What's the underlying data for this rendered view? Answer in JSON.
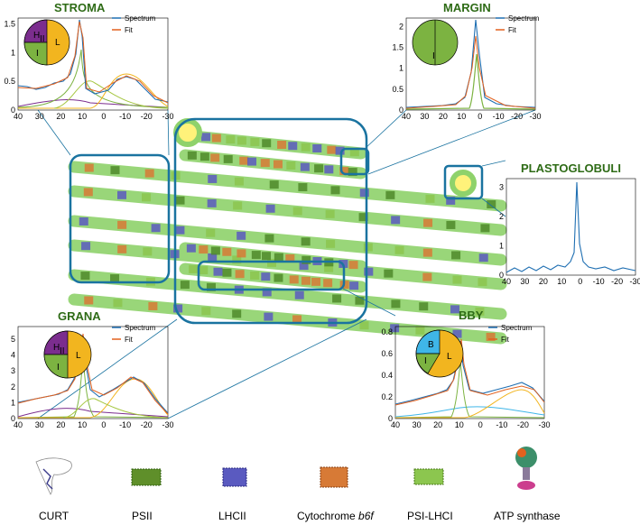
{
  "panels": {
    "stroma": {
      "title": "STROMA",
      "legend": [
        "Spectrum",
        "Fit"
      ],
      "pie_labels": [
        "H",
        "II",
        "L",
        "I"
      ]
    },
    "margin": {
      "title": "MARGIN",
      "legend": [
        "Spectrum",
        "Fit"
      ],
      "pie_labels": [
        "I"
      ]
    },
    "plastoglobuli": {
      "title": "PLASTOGLOBULI"
    },
    "grana": {
      "title": "GRANA",
      "legend": [
        "Spectrum",
        "Fit"
      ],
      "pie_labels": [
        "H",
        "II",
        "L",
        "I"
      ]
    },
    "bby": {
      "title": "BBY",
      "legend": [
        "Spectrum",
        "Fit"
      ],
      "pie_labels": [
        "B",
        "L",
        "I"
      ]
    }
  },
  "proteins": [
    {
      "label": "CURT",
      "label_b": ""
    },
    {
      "label": "PSII",
      "label_b": ""
    },
    {
      "label": "LHCII",
      "label_b": ""
    },
    {
      "label": "Cytochrome ",
      "label_b": "b6f"
    },
    {
      "label": "PSI-LHCI",
      "label_b": ""
    },
    {
      "label": "ATP synthase",
      "label_b": ""
    }
  ],
  "colors": {
    "title_green": "#2e6b16",
    "spectrum_blue": "#1f6fb2",
    "fit_orange": "#e2611e",
    "pie_purple": "#7b2d8e",
    "pie_yellow": "#f2b51f",
    "pie_green": "#7cb341",
    "pie_cyan": "#3fb6e8",
    "membrane_green": "#8fd26b",
    "box_blue": "#1a73a0"
  },
  "chart_data": [
    {
      "type": "line",
      "title": "STROMA",
      "x_ticks": [
        "40",
        "30",
        "20",
        "10",
        "0",
        "-10",
        "-20",
        "-30"
      ],
      "y_ticks": [
        "0",
        "0.5",
        "1",
        "1.5"
      ],
      "xlim": [
        40,
        -30
      ],
      "ylim": [
        0,
        1.6
      ],
      "series": [
        {
          "name": "Spectrum"
        },
        {
          "name": "Fit"
        }
      ],
      "pie": [
        {
          "label": "H II",
          "fraction": 0.25,
          "color": "purple"
        },
        {
          "label": "L",
          "fraction": 0.5,
          "color": "yellow"
        },
        {
          "label": "I",
          "fraction": 0.25,
          "color": "green"
        }
      ]
    },
    {
      "type": "line",
      "title": "MARGIN",
      "x_ticks": [
        "40",
        "30",
        "20",
        "10",
        "0",
        "-10",
        "-20",
        "-30"
      ],
      "y_ticks": [
        "0",
        "0.5",
        "1",
        "1.5",
        "2"
      ],
      "xlim": [
        40,
        -30
      ],
      "ylim": [
        0,
        2.2
      ],
      "series": [
        {
          "name": "Spectrum"
        },
        {
          "name": "Fit"
        }
      ],
      "pie": [
        {
          "label": "I",
          "fraction": 1.0,
          "color": "green"
        }
      ]
    },
    {
      "type": "line",
      "title": "PLASTOGLOBULI",
      "x_ticks": [
        "40",
        "30",
        "20",
        "10",
        "0",
        "-10",
        "-20",
        "-30"
      ],
      "y_ticks": [
        "0",
        "1",
        "2",
        "3"
      ],
      "xlim": [
        40,
        -30
      ],
      "ylim": [
        0,
        3.3
      ]
    },
    {
      "type": "line",
      "title": "GRANA",
      "x_ticks": [
        "40",
        "30",
        "20",
        "10",
        "0",
        "-10",
        "-20",
        "-30"
      ],
      "y_ticks": [
        "0",
        "1",
        "2",
        "3",
        "4",
        "5"
      ],
      "xlim": [
        40,
        -30
      ],
      "ylim": [
        0,
        5.8
      ],
      "series": [
        {
          "name": "Spectrum"
        },
        {
          "name": "Fit"
        }
      ],
      "pie": [
        {
          "label": "H II",
          "fraction": 0.25,
          "color": "purple"
        },
        {
          "label": "L",
          "fraction": 0.5,
          "color": "yellow"
        },
        {
          "label": "I",
          "fraction": 0.25,
          "color": "green"
        }
      ]
    },
    {
      "type": "line",
      "title": "BBY",
      "x_ticks": [
        "40",
        "30",
        "20",
        "10",
        "0",
        "-10",
        "-20",
        "-30"
      ],
      "y_ticks": [
        "0",
        "0.2",
        "0.4",
        "0.6",
        "0.8"
      ],
      "xlim": [
        40,
        -30
      ],
      "ylim": [
        0,
        0.85
      ],
      "series": [
        {
          "name": "Spectrum"
        },
        {
          "name": "Fit"
        }
      ],
      "pie": [
        {
          "label": "B",
          "fraction": 0.25,
          "color": "cyan"
        },
        {
          "label": "L",
          "fraction": 0.55,
          "color": "yellow"
        },
        {
          "label": "I",
          "fraction": 0.2,
          "color": "green"
        }
      ]
    }
  ]
}
